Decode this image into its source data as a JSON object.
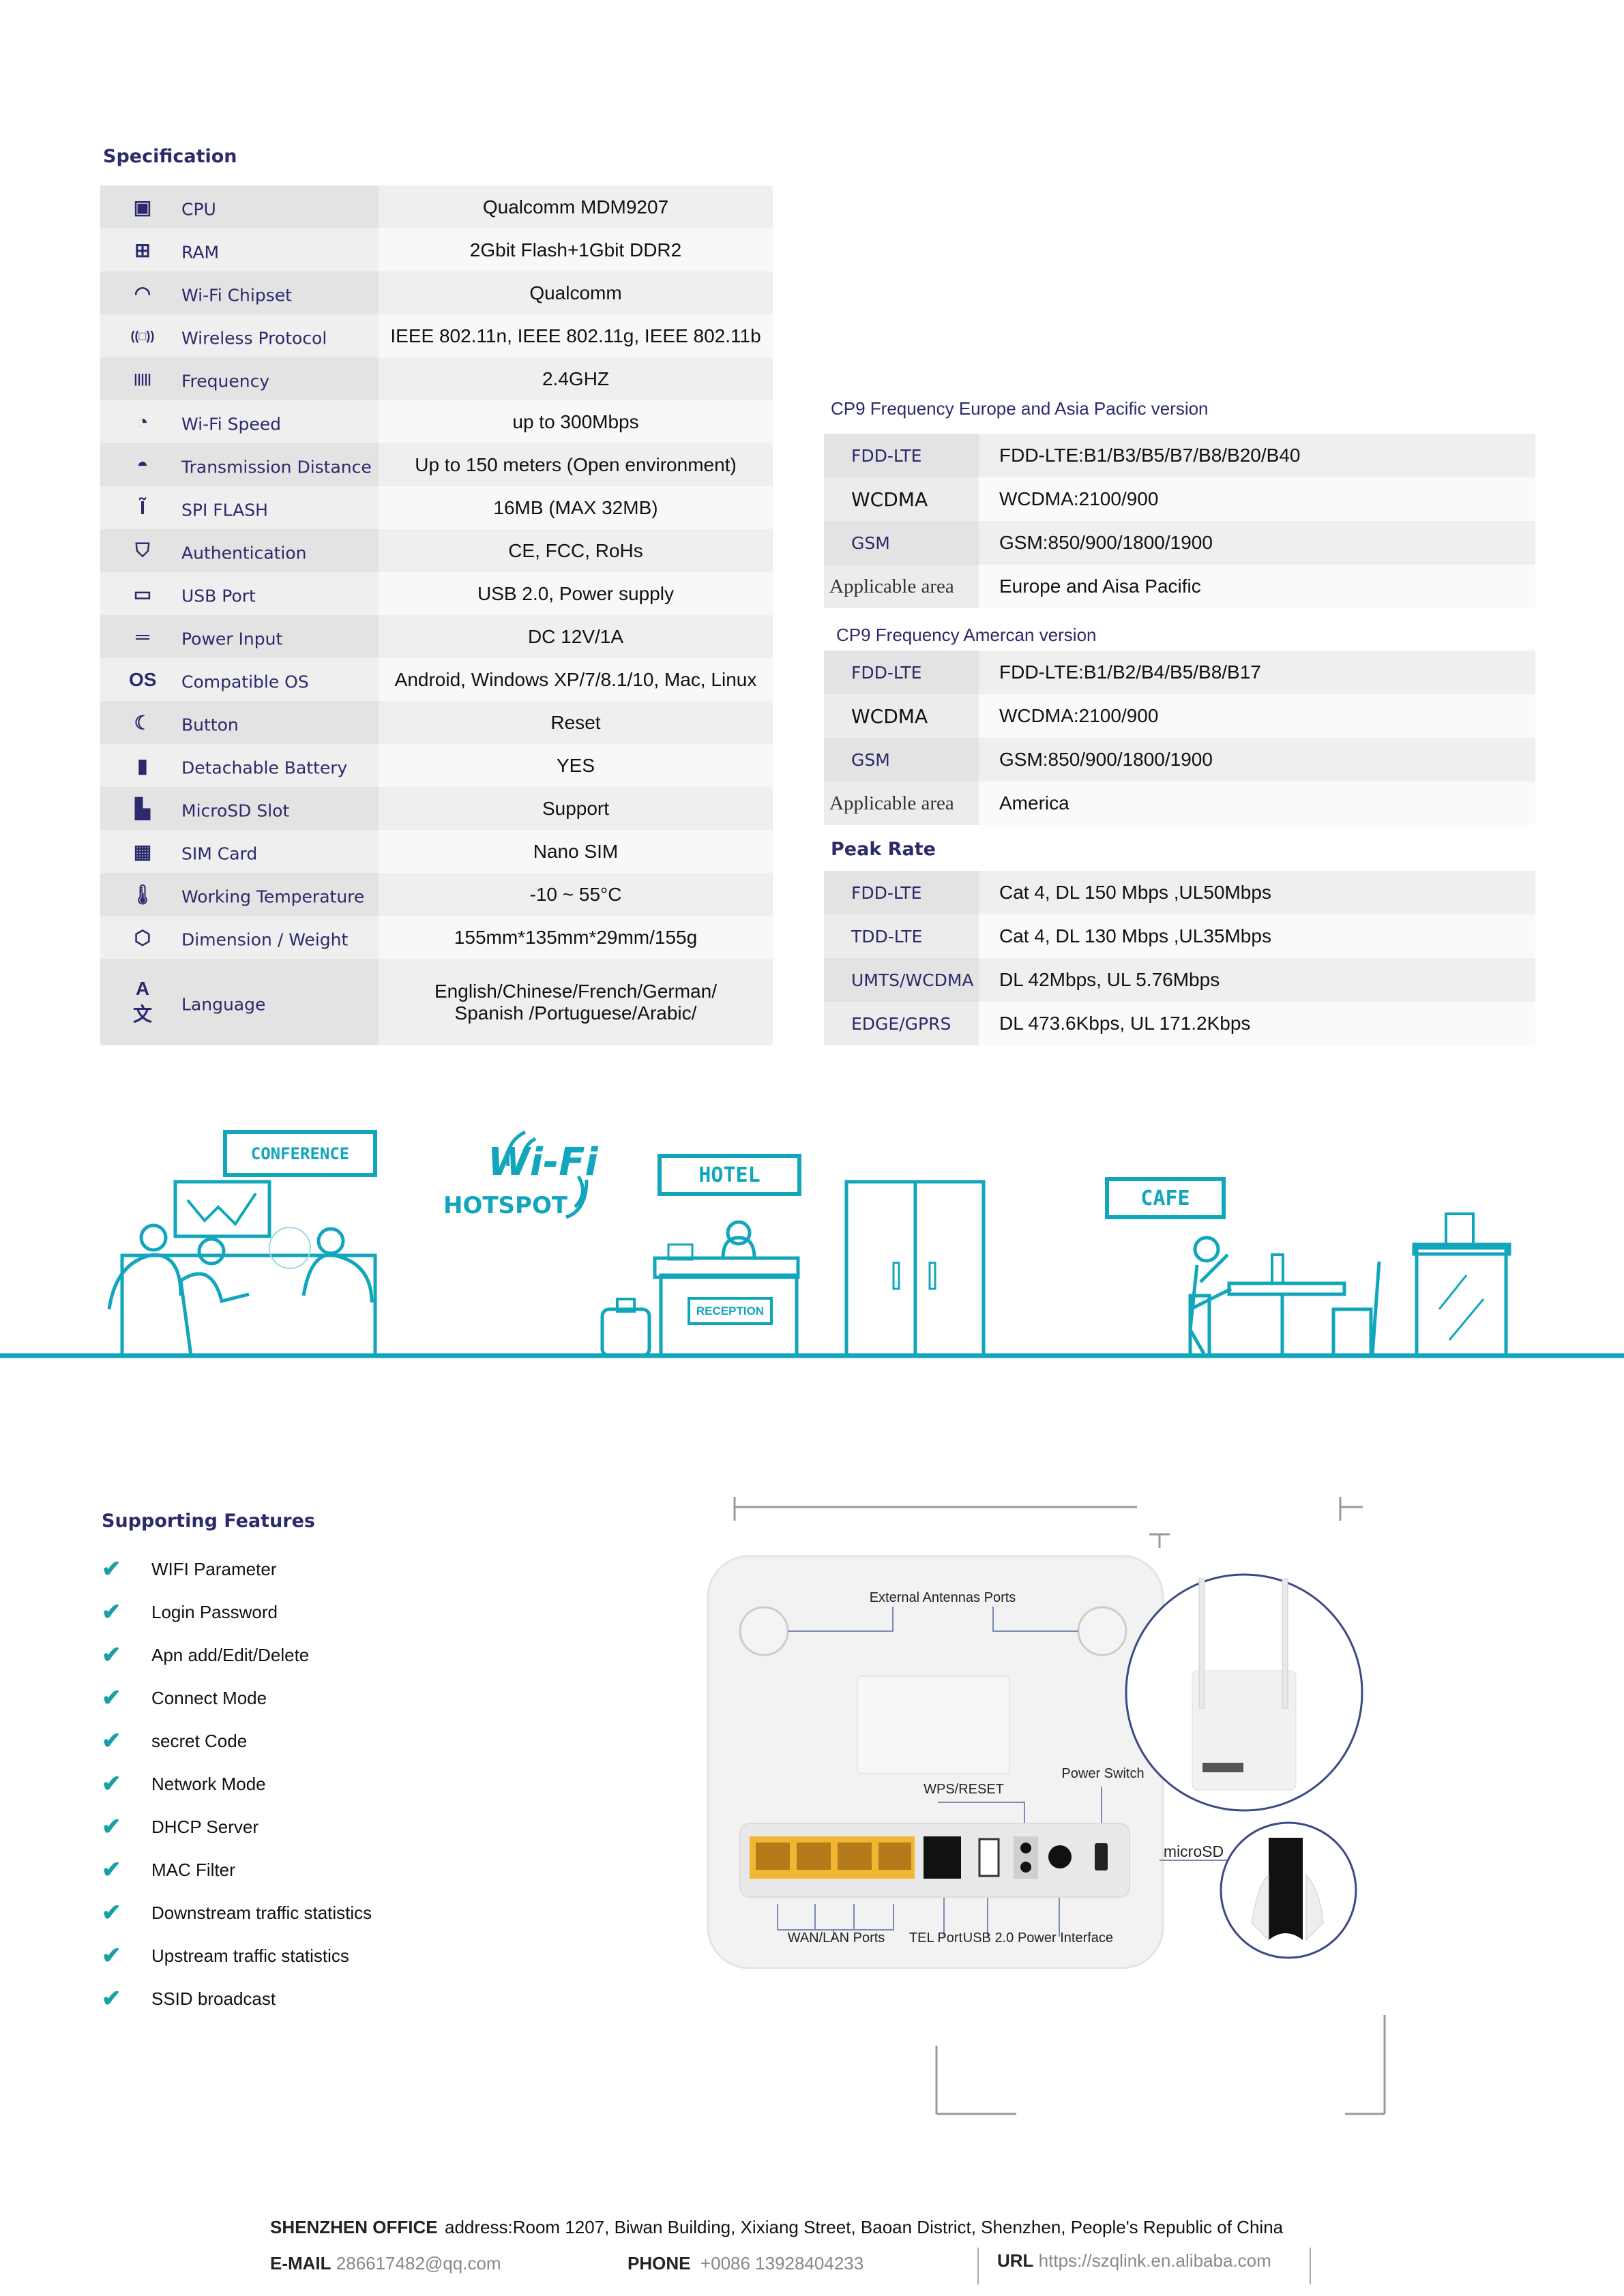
{
  "specification": {
    "title": "Specification",
    "rows": [
      {
        "icon": "cpu-icon",
        "glyph": "▣",
        "label": "CPU",
        "value": "Qualcomm MDM9207"
      },
      {
        "icon": "ram-chip-icon",
        "glyph": "⊞",
        "label": "RAM",
        "value": "2Gbit Flash+1Gbit DDR2"
      },
      {
        "icon": "wifi-icon",
        "glyph": "◠",
        "label": "Wi-Fi Chipset",
        "value": "Qualcomm"
      },
      {
        "icon": "wireless-device-icon",
        "glyph": "((□))",
        "label": "Wireless Protocol",
        "value": "IEEE 802.11n, IEEE 802.11g, IEEE 802.11b"
      },
      {
        "icon": "frequency-bars-icon",
        "glyph": "|||||",
        "label": "Frequency",
        "value": "2.4GHZ"
      },
      {
        "icon": "speedometer-icon",
        "glyph": "◔",
        "label": "Wi-Fi Speed",
        "value": "up to 300Mbps"
      },
      {
        "icon": "signal-range-icon",
        "glyph": "◓",
        "label": "Transmission Distance",
        "value": "Up to 150 meters (Open environment)"
      },
      {
        "icon": "antenna-icon",
        "glyph": "Ĩ",
        "label": "SPI FLASH",
        "value": "16MB (MAX 32MB)"
      },
      {
        "icon": "shield-check-icon",
        "glyph": "⛉",
        "label": "Authentication",
        "value": "CE, FCC, RoHs"
      },
      {
        "icon": "usb-port-icon",
        "glyph": "▭",
        "label": "USB Port",
        "value": "USB 2.0, Power supply"
      },
      {
        "icon": "power-input-icon",
        "glyph": "═",
        "label": "Power Input",
        "value": "DC 12V/1A"
      },
      {
        "icon": "os-icon",
        "glyph": "OS",
        "label": "Compatible  OS",
        "value": "Android, Windows XP/7/8.1/10, Mac, Linux"
      },
      {
        "icon": "button-moon-icon",
        "glyph": "☾",
        "label": "Button",
        "value": "Reset"
      },
      {
        "icon": "battery-icon",
        "glyph": "▮",
        "label": "Detachable Battery",
        "value": "YES"
      },
      {
        "icon": "sd-card-icon",
        "glyph": "▙",
        "label": "MicroSD Slot",
        "value": "Support"
      },
      {
        "icon": "sim-card-icon",
        "glyph": "▦",
        "label": "SIM Card",
        "value": "Nano SIM"
      },
      {
        "icon": "thermometer-icon",
        "glyph": "🌡",
        "label": "Working Temperature",
        "value": "-10 ~ 55°C"
      },
      {
        "icon": "dimension-box-icon",
        "glyph": "⬡",
        "label": "Dimension / Weight",
        "value": "155mm*135mm*29mm/155g"
      },
      {
        "icon": "language-icon",
        "glyph": "A文",
        "label": "Language",
        "value": "English/Chinese/French/German/\nSpanish /Portuguese/Arabic/"
      }
    ]
  },
  "europe": {
    "title": "CP9  Frequency Europe and Asia Pacific version",
    "rows": [
      {
        "label": "FDD-LTE",
        "value": "FDD-LTE:B1/B3/B5/B7/B8/B20/B40"
      },
      {
        "label": "WCDMA",
        "value": "WCDMA:2100/900"
      },
      {
        "label": "GSM",
        "value": "GSM:850/900/1800/1900"
      },
      {
        "label": "Applicable area",
        "value": "Europe and Aisa  Pacific"
      }
    ]
  },
  "america": {
    "title": "CP9 Frequency Amercan version",
    "rows": [
      {
        "label": "FDD-LTE",
        "value": "FDD-LTE:B1/B2/B4/B5/B8/B17"
      },
      {
        "label": "WCDMA",
        "value": "WCDMA:2100/900"
      },
      {
        "label": "GSM",
        "value": "GSM:850/900/1800/1900"
      },
      {
        "label": "Applicable area",
        "value": "America"
      }
    ]
  },
  "peak_rate": {
    "title": "Peak Rate",
    "rows": [
      {
        "label": "FDD-LTE",
        "value": "Cat 4, DL 150 Mbps ,UL50Mbps"
      },
      {
        "label": "TDD-LTE",
        "value": "Cat 4, DL 130 Mbps ,UL35Mbps"
      },
      {
        "label": "UMTS/WCDMA",
        "value": "DL 42Mbps, UL 5.76Mbps"
      },
      {
        "label": "EDGE/GPRS",
        "value": "DL 473.6Kbps, UL 171.2Kbps"
      }
    ]
  },
  "illustration": {
    "conference": "CONFERENCE",
    "wifi": "Wi-Fi",
    "hotspot": "HOTSPOT",
    "hotel": "HOTEL",
    "reception": "RECEPTION",
    "cafe": "CAFE",
    "accent_color": "#12a6bd"
  },
  "features": {
    "title": "Supporting Features",
    "check_color": "#19a0a6",
    "items": [
      "WIFI Parameter",
      "Login Password",
      "Apn add/Edit/Delete",
      "Connect Mode",
      "secret Code",
      "Network Mode",
      "DHCP Server",
      "MAC Filter",
      "Downstream traffic statistics",
      "Upstream traffic statistics",
      "SSID broadcast"
    ]
  },
  "router": {
    "external_antennas": "External Antennas Ports",
    "power_switch": "Power Switch",
    "wps_reset": "WPS/RESET",
    "wan_lan": "WAN/LAN Ports",
    "tel_port": "TEL Port",
    "usb": "USB 2.0",
    "power_interface": "Power Interface",
    "microsd": "microSD"
  },
  "footer": {
    "office_label": "SHENZHEN OFFICE",
    "address": "address:Room 1207, Biwan Building, Xixiang Street, Baoan District, Shenzhen, People's Republic of China",
    "email_label": "E-MAIL",
    "email": "286617482@qq.com",
    "phone_label": "PHONE",
    "phone": "+0086 13928404233",
    "url_label": "URL",
    "url": "https://szqlink.en.alibaba.com"
  }
}
